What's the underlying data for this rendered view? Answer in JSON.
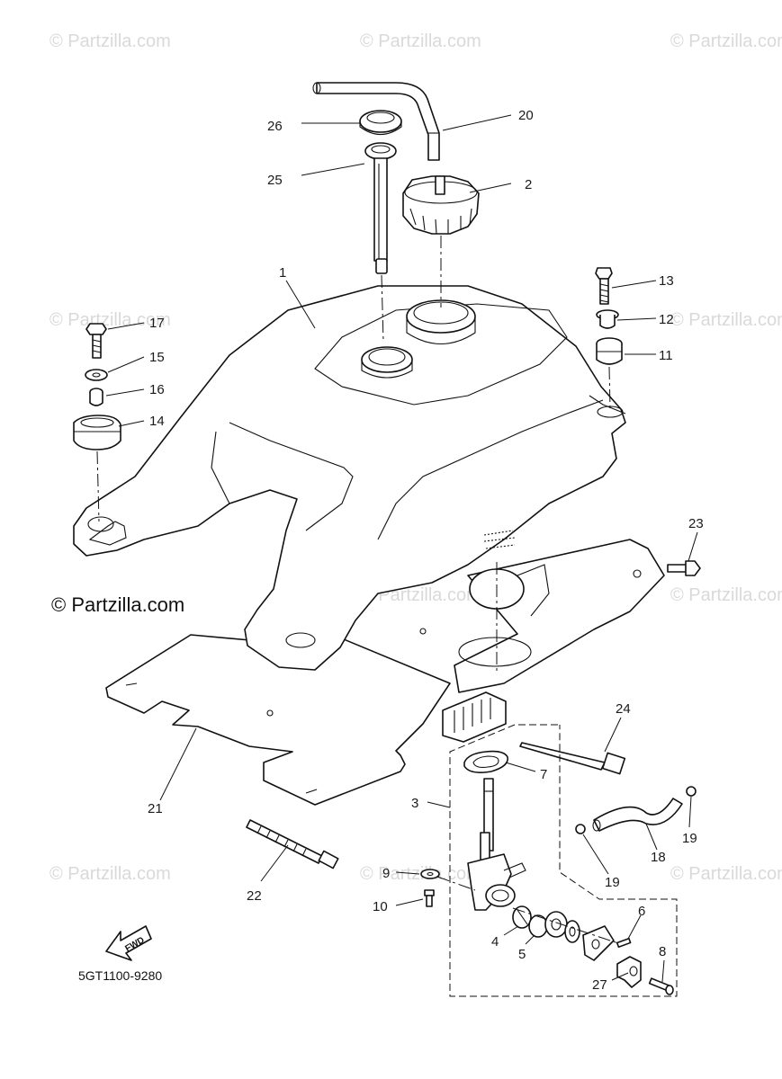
{
  "watermark": "© Partzilla.com",
  "copyright": "© Partzilla.com",
  "diagram_code": "5GT1100-9280",
  "fwd_label": "FWD",
  "callouts": {
    "c1": "1",
    "c2": "2",
    "c3": "3",
    "c4": "4",
    "c5": "5",
    "c6": "6",
    "c7": "7",
    "c8": "8",
    "c9": "9",
    "c10": "10",
    "c11": "11",
    "c12": "12",
    "c13": "13",
    "c14": "14",
    "c15": "15",
    "c16": "16",
    "c17": "17",
    "c18": "18",
    "c19a": "19",
    "c19b": "19",
    "c20": "20",
    "c21": "21",
    "c22": "22",
    "c23": "23",
    "c24": "24",
    "c25": "25",
    "c26": "26",
    "c27": "27"
  }
}
